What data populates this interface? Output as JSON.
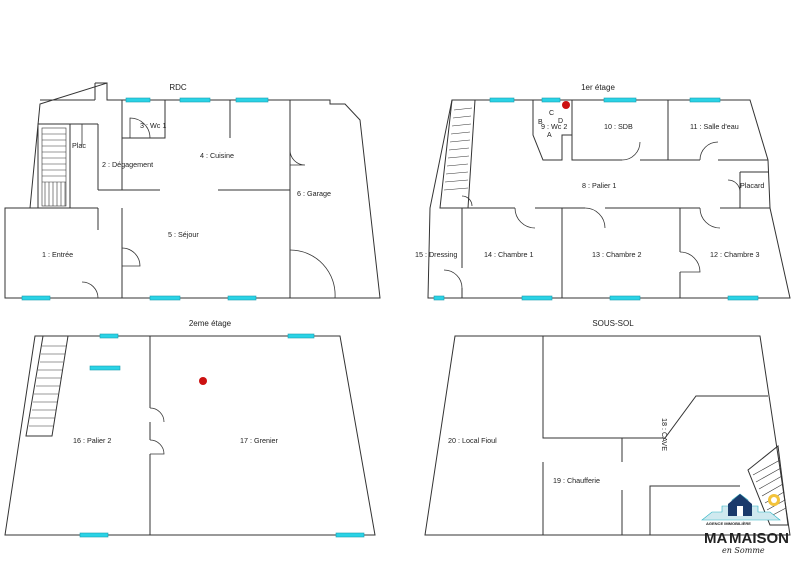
{
  "floors": {
    "rdc": {
      "title": "RDC",
      "rooms": {
        "plac": "Plac",
        "wc1": "3 : Wc 1",
        "degagement": "2 : Dégagement",
        "cuisine": "4 : Cuisine",
        "garage": "6 : Garage",
        "entree": "1 : Entrée",
        "sejour": "5 : Séjour"
      }
    },
    "etage1": {
      "title": "1er étage",
      "rooms": {
        "wc2": "9 : Wc 2",
        "sdb": "10 : SDB",
        "salle_eau": "11 : Salle d'eau",
        "palier1": "8 : Palier 1",
        "placard": "Placard",
        "dressing": "15 : Dressing",
        "chambre1": "14 : Chambre 1",
        "chambre2": "13 : Chambre 2",
        "chambre3": "12 : Chambre 3"
      },
      "letters": {
        "a": "A",
        "b": "B",
        "c": "C",
        "d": "D"
      }
    },
    "etage2": {
      "title": "2eme étage",
      "rooms": {
        "palier2": "16 : Palier 2",
        "grenier": "17 : Grenier"
      }
    },
    "soussol": {
      "title": "SOUS-SOL",
      "rooms": {
        "local_fioul": "20 : Local Fioul",
        "chaufferie": "19 : Chaufferie",
        "cave": "18 : CAVE"
      }
    }
  },
  "logo": {
    "brand_ma": "MA",
    "brand_maison": "MAISON",
    "tagline": "en Somme",
    "small_text": "AGENCE IMMOBILIÈRE",
    "colors": {
      "navy": "#1b3a6b",
      "red": "#d62b2b",
      "teal": "#2ab3c4"
    }
  },
  "colors": {
    "window": "#2ad3e6",
    "marker": "#cc1111",
    "wall": "#333333"
  }
}
